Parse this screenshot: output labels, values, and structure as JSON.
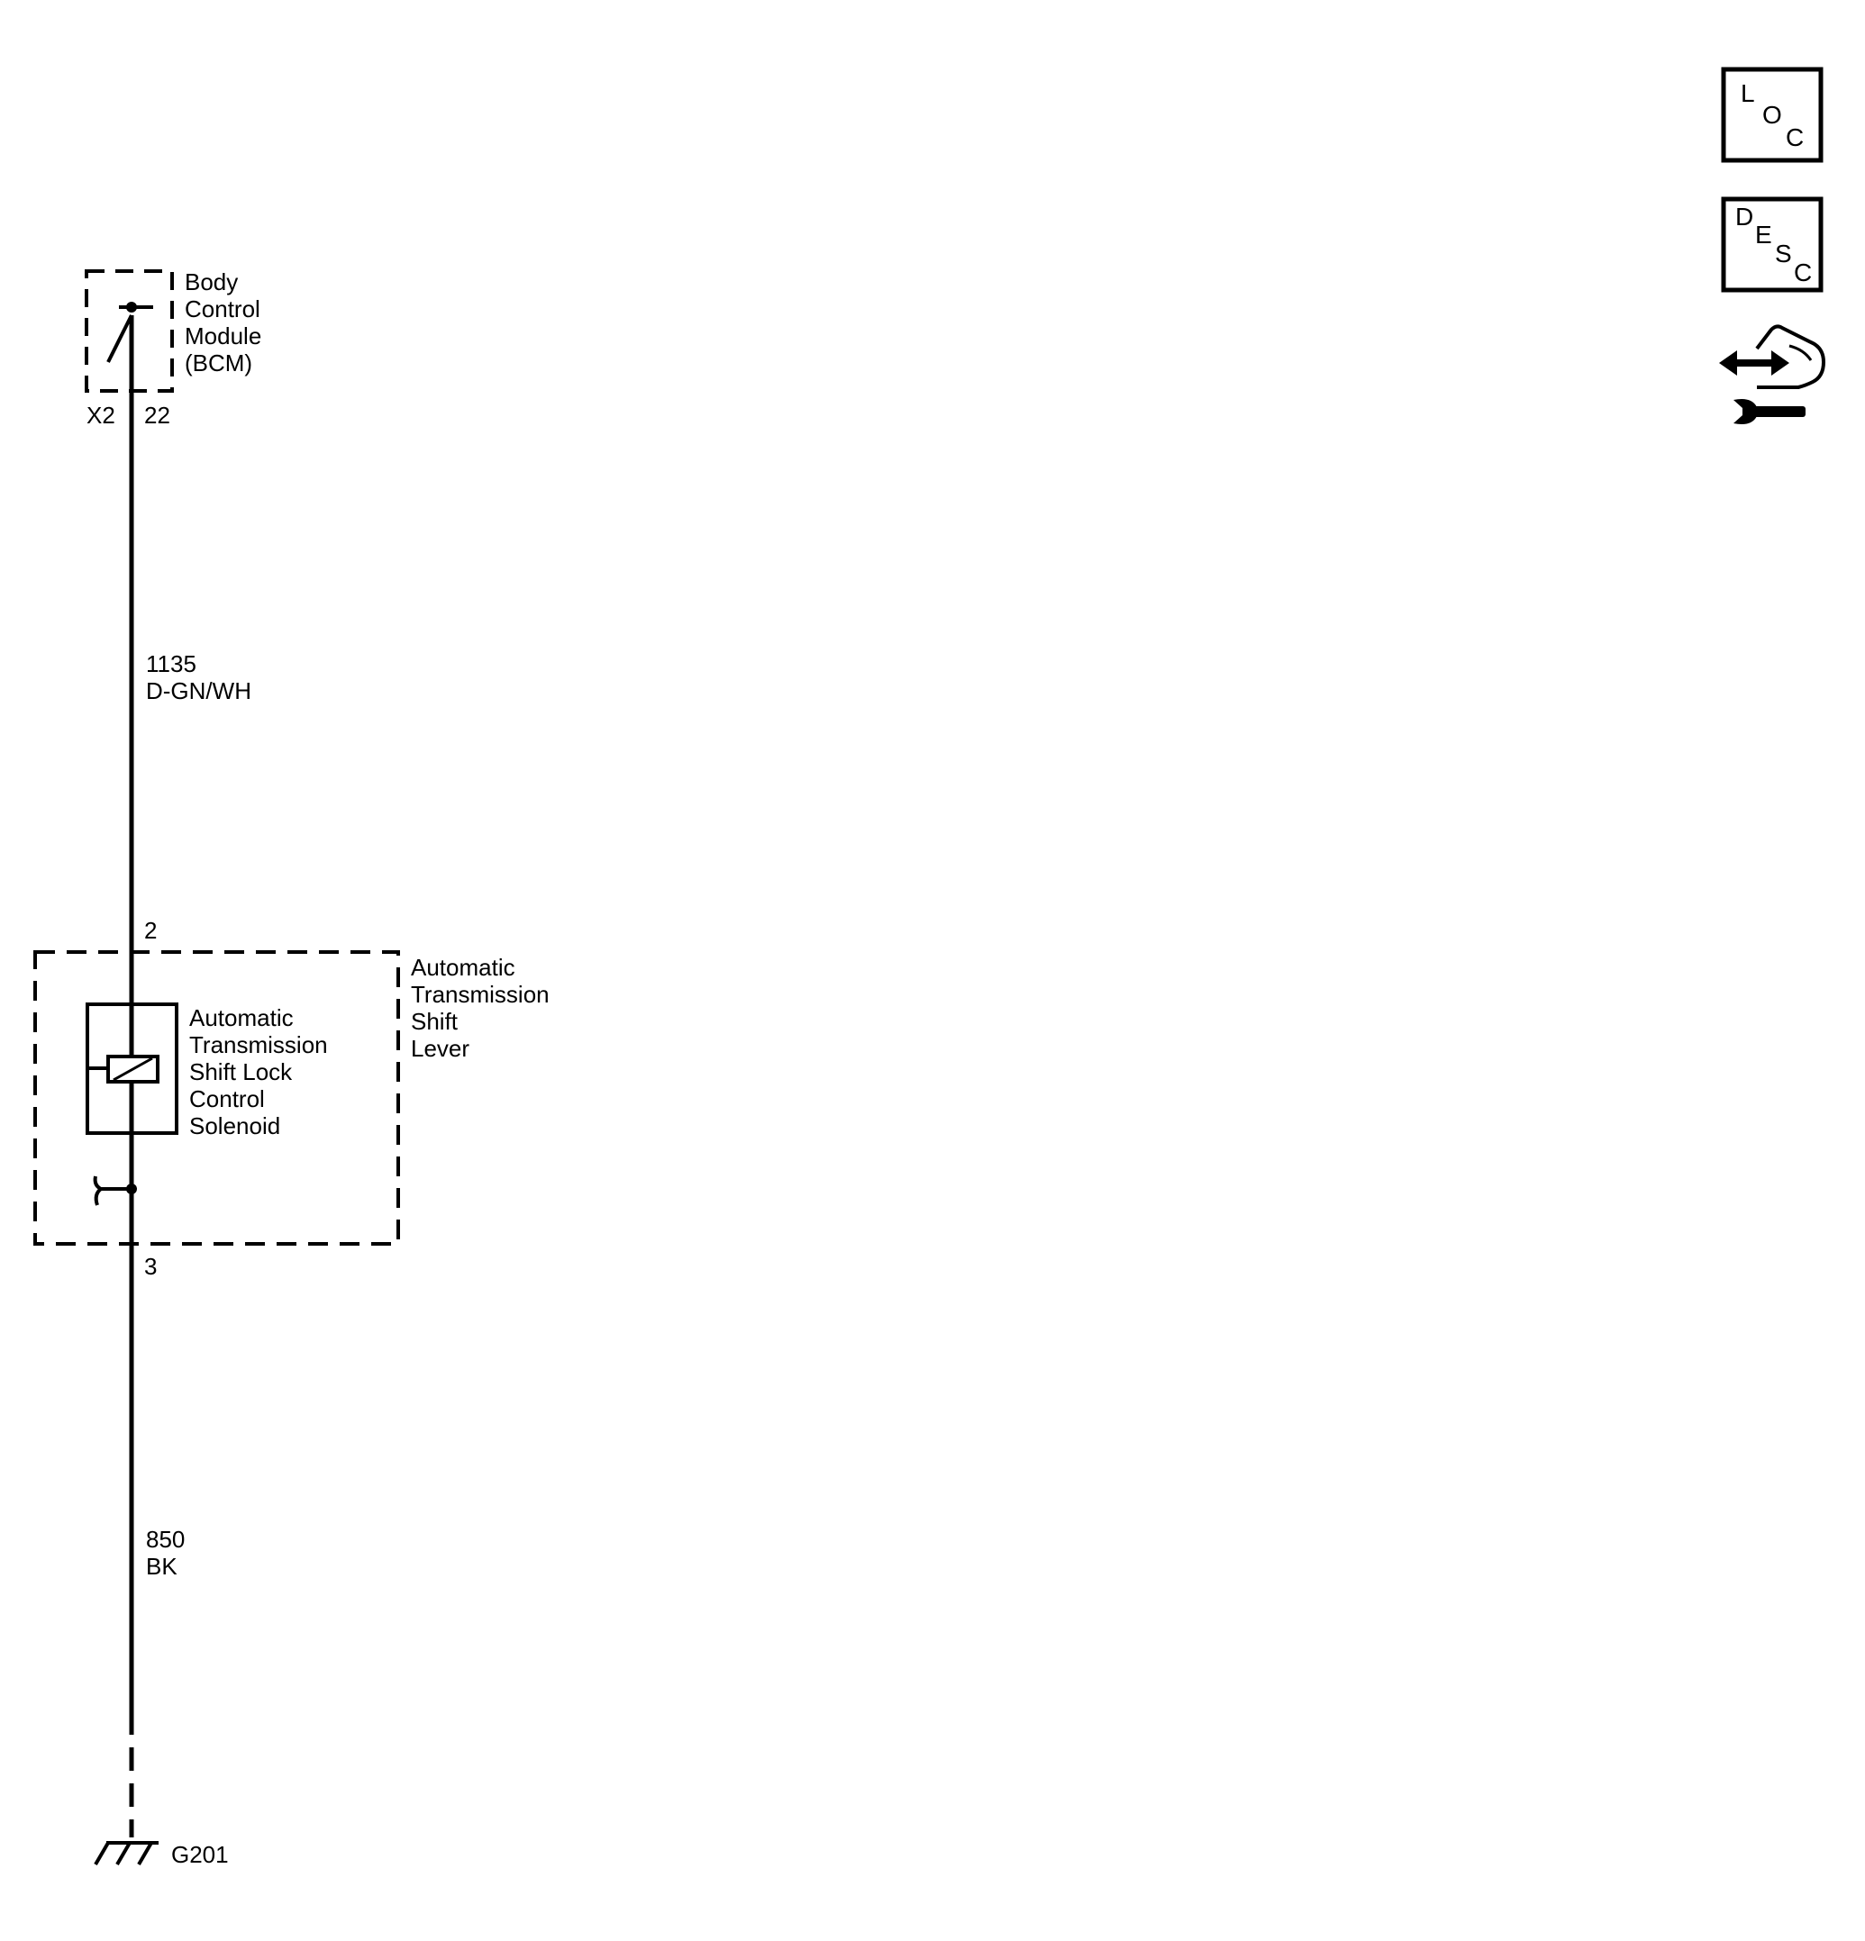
{
  "bcm": {
    "lines": [
      "Body",
      "Control",
      "Module",
      "(BCM)"
    ],
    "connector": "X2",
    "pin": "22"
  },
  "wire_top": {
    "circuit": "1135",
    "color": "D-GN/WH"
  },
  "shift_lever": {
    "pin_in": "2",
    "pin_out": "3",
    "lines": [
      "Automatic",
      "Transmission",
      "Shift",
      "Lever"
    ]
  },
  "solenoid": {
    "lines": [
      "Automatic",
      "Transmission",
      "Shift Lock",
      "Control",
      "Solenoid"
    ]
  },
  "wire_bottom": {
    "circuit": "850",
    "color": "BK"
  },
  "ground": {
    "label": "G201"
  },
  "icons": {
    "loc": [
      "L",
      "O",
      "C"
    ],
    "desc": [
      "D",
      "E",
      "S",
      "C"
    ]
  }
}
